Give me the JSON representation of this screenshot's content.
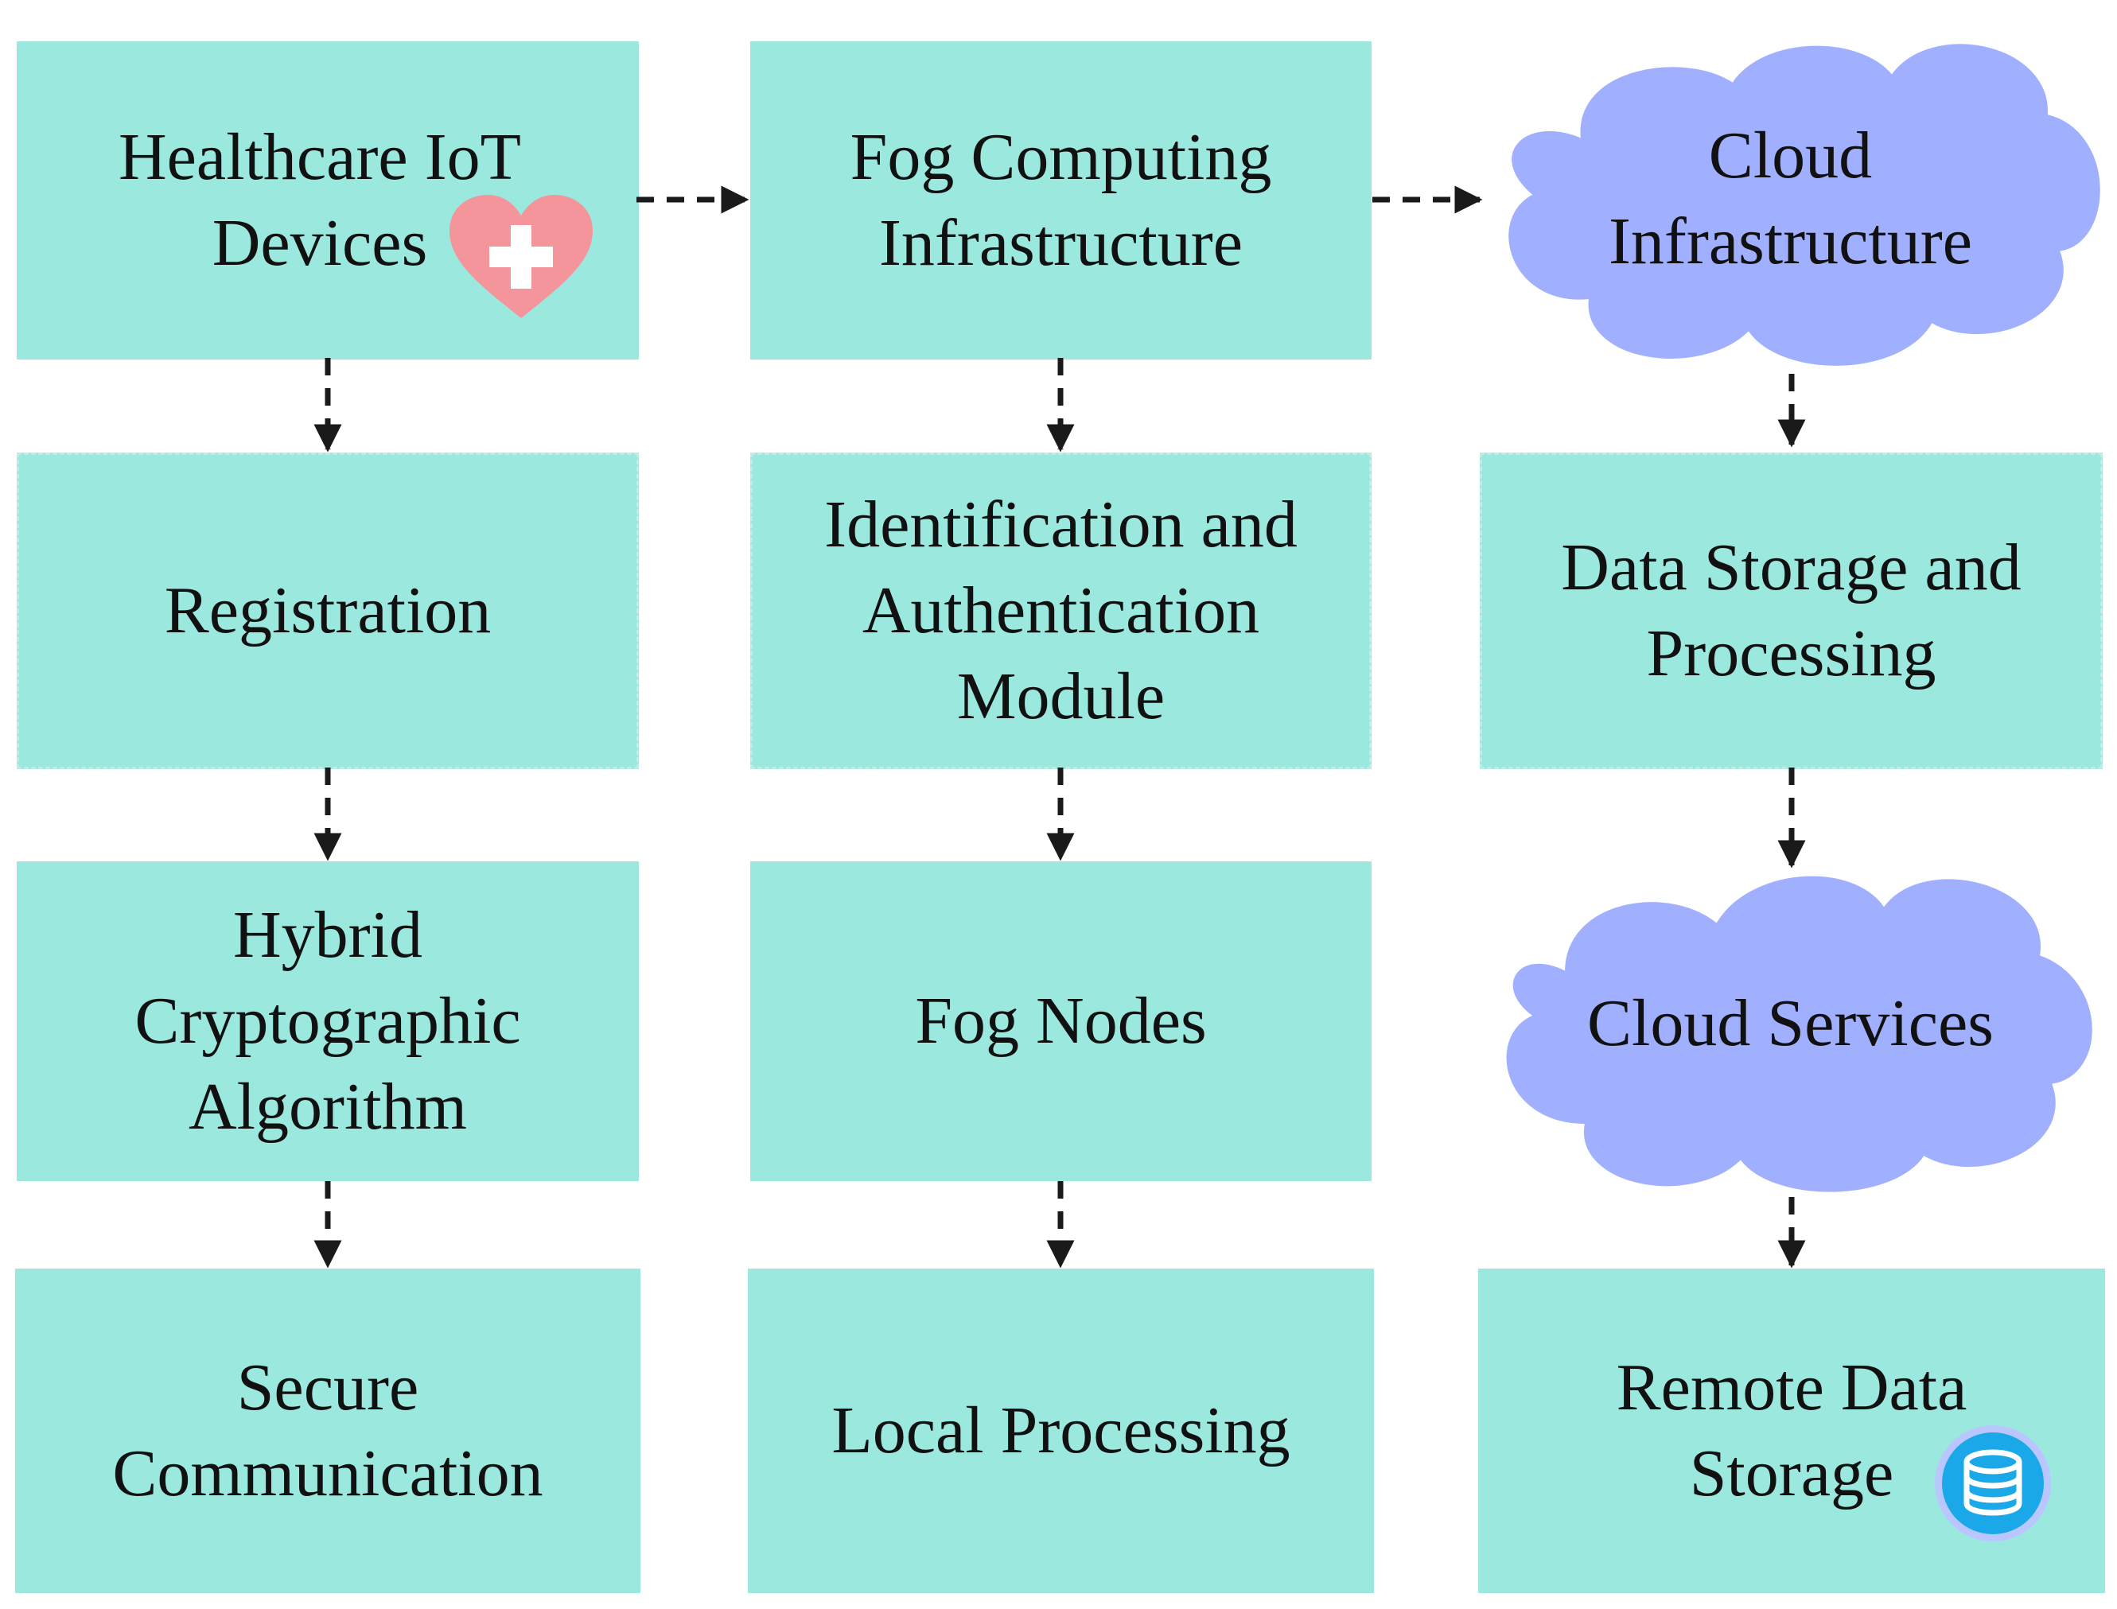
{
  "diagram": {
    "nodes": {
      "healthcare_iot": "Healthcare IoT\nDevices",
      "fog_computing": "Fog Computing\nInfrastructure",
      "cloud_infra": "Cloud\nInfrastructure",
      "registration": "Registration",
      "ident_auth": "Identification and\nAuthentication\nModule",
      "data_storage": "Data Storage and\nProcessing",
      "hybrid_crypto": "Hybrid\nCryptographic\nAlgorithm",
      "fog_nodes": "Fog Nodes",
      "cloud_services": "Cloud Services",
      "secure_comm": "Secure\nCommunication",
      "local_processing": "Local Processing",
      "remote_storage": "Remote Data\nStorage"
    },
    "edges": [
      [
        "healthcare_iot",
        "fog_computing"
      ],
      [
        "fog_computing",
        "cloud_infra"
      ],
      [
        "healthcare_iot",
        "registration"
      ],
      [
        "registration",
        "hybrid_crypto"
      ],
      [
        "hybrid_crypto",
        "secure_comm"
      ],
      [
        "fog_computing",
        "ident_auth"
      ],
      [
        "ident_auth",
        "fog_nodes"
      ],
      [
        "fog_nodes",
        "local_processing"
      ],
      [
        "cloud_infra",
        "data_storage"
      ],
      [
        "data_storage",
        "cloud_services"
      ],
      [
        "cloud_services",
        "remote_storage"
      ]
    ],
    "colors": {
      "box_fill": "#9be8df",
      "cloud_fill": "#a0b0ff",
      "arrow": "#1a1a1a",
      "heart": "#f4959c",
      "database": "#1aa8e8"
    },
    "icons": {
      "healthcare_iot": "heart-plus-icon",
      "remote_storage": "database-icon"
    }
  }
}
